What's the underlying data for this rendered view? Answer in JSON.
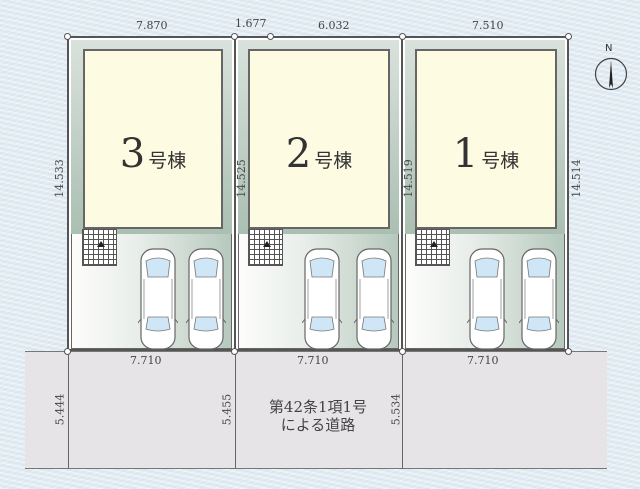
{
  "site_plan": {
    "lots": [
      {
        "id": "lot-3",
        "label_num": "3",
        "label_suffix": "号棟",
        "top_width": "7.870",
        "left_depth": "14.533",
        "front_width": "7.710",
        "road_depth": "5.444"
      },
      {
        "id": "lot-2",
        "label_num": "2",
        "label_suffix": "号棟",
        "top_width_a": "1.677",
        "top_width_b": "6.032",
        "left_depth": "14.525",
        "front_width": "7.710",
        "road_depth": "5.455"
      },
      {
        "id": "lot-1",
        "label_num": "1",
        "label_suffix": "号棟",
        "top_width": "7.510",
        "left_depth": "14.519",
        "right_depth": "14.514",
        "front_width": "7.710",
        "road_depth": "5.534"
      }
    ],
    "road": {
      "line1": "第42条1項1号",
      "line2": "による道路"
    },
    "compass": {
      "label": "N"
    },
    "parking_per_lot": 2,
    "colors": {
      "background": "#e4eef4",
      "house_fill": "#fefbe3",
      "lot_green": "#b6c9bd",
      "road_fill": "#e7e4e8",
      "car_glass": "#cfe6f7",
      "line": "#555555"
    }
  }
}
